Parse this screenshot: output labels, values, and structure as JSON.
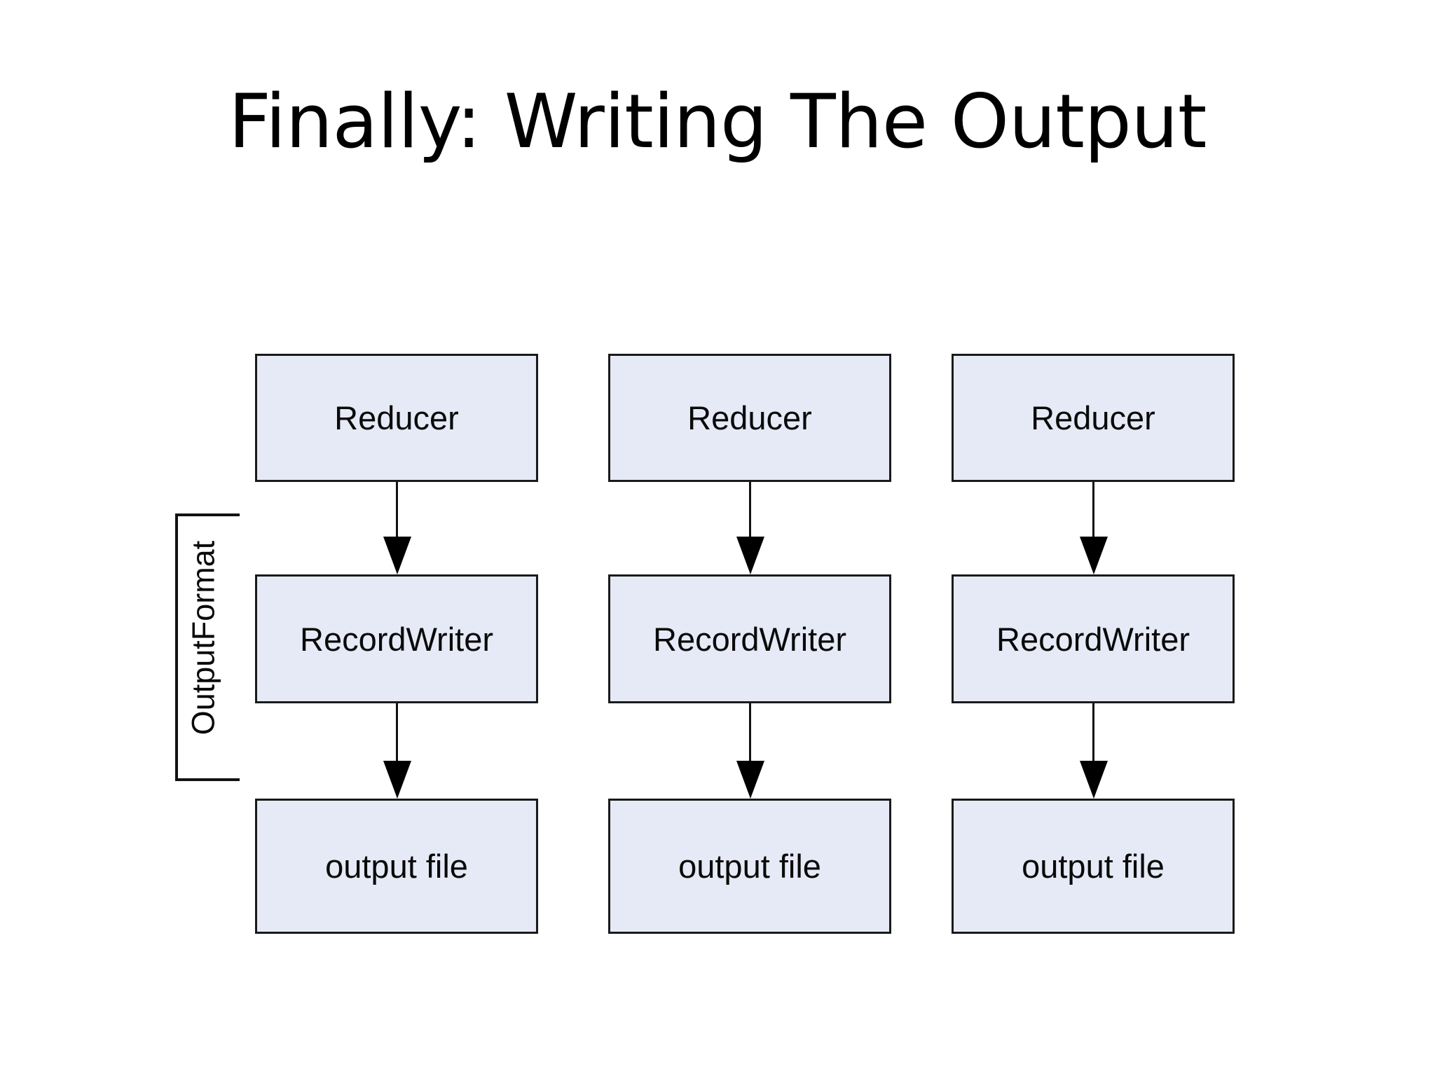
{
  "slide": {
    "title": "Finally: Writing The Output",
    "background_color": "#ffffff"
  },
  "diagram": {
    "node_fill_color": "#e6eaf6",
    "node_border_color": "#1a1a1a",
    "arrow_color": "#000000",
    "bracket": {
      "label": "OutputFormat",
      "orientation": "vertical-rotated",
      "spans": [
        "RecordWriter",
        "output file"
      ]
    },
    "columns": [
      {
        "nodes": [
          {
            "label": "Reducer"
          },
          {
            "label": "RecordWriter"
          },
          {
            "label": "output file"
          }
        ]
      },
      {
        "nodes": [
          {
            "label": "Reducer"
          },
          {
            "label": "RecordWriter"
          },
          {
            "label": "output file"
          }
        ]
      },
      {
        "nodes": [
          {
            "label": "Reducer"
          },
          {
            "label": "RecordWriter"
          },
          {
            "label": "output file"
          }
        ]
      }
    ]
  }
}
